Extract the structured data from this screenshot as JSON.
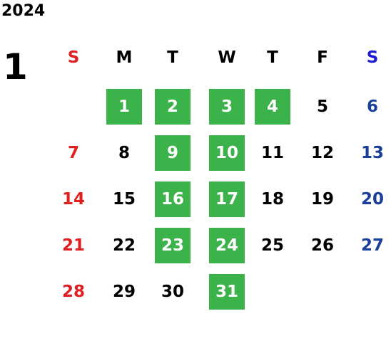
{
  "calendar": {
    "year": "2024",
    "month": "1",
    "weekdays": [
      "S",
      "M",
      "T",
      "W",
      "T",
      "F",
      "S"
    ],
    "weekday_colors": [
      "#e02020",
      "#000000",
      "#000000",
      "#000000",
      "#000000",
      "#000000",
      "#1a1ad0"
    ],
    "day_colors": {
      "sunday": "#e02020",
      "weekday": "#000000",
      "saturday": "#1a3f99"
    },
    "highlight_color": "#3cb24a",
    "weeks": [
      [
        null,
        "1",
        "2",
        "3",
        "4",
        "5",
        "6"
      ],
      [
        "7",
        "8",
        "9",
        "10",
        "11",
        "12",
        "13"
      ],
      [
        "14",
        "15",
        "16",
        "17",
        "18",
        "19",
        "20"
      ],
      [
        "21",
        "22",
        "23",
        "24",
        "25",
        "26",
        "27"
      ],
      [
        "28",
        "29",
        "30",
        "31",
        null,
        null,
        null
      ]
    ],
    "highlighted_days": [
      "1",
      "2",
      "3",
      "4",
      "9",
      "10",
      "16",
      "17",
      "23",
      "24",
      "31"
    ]
  }
}
